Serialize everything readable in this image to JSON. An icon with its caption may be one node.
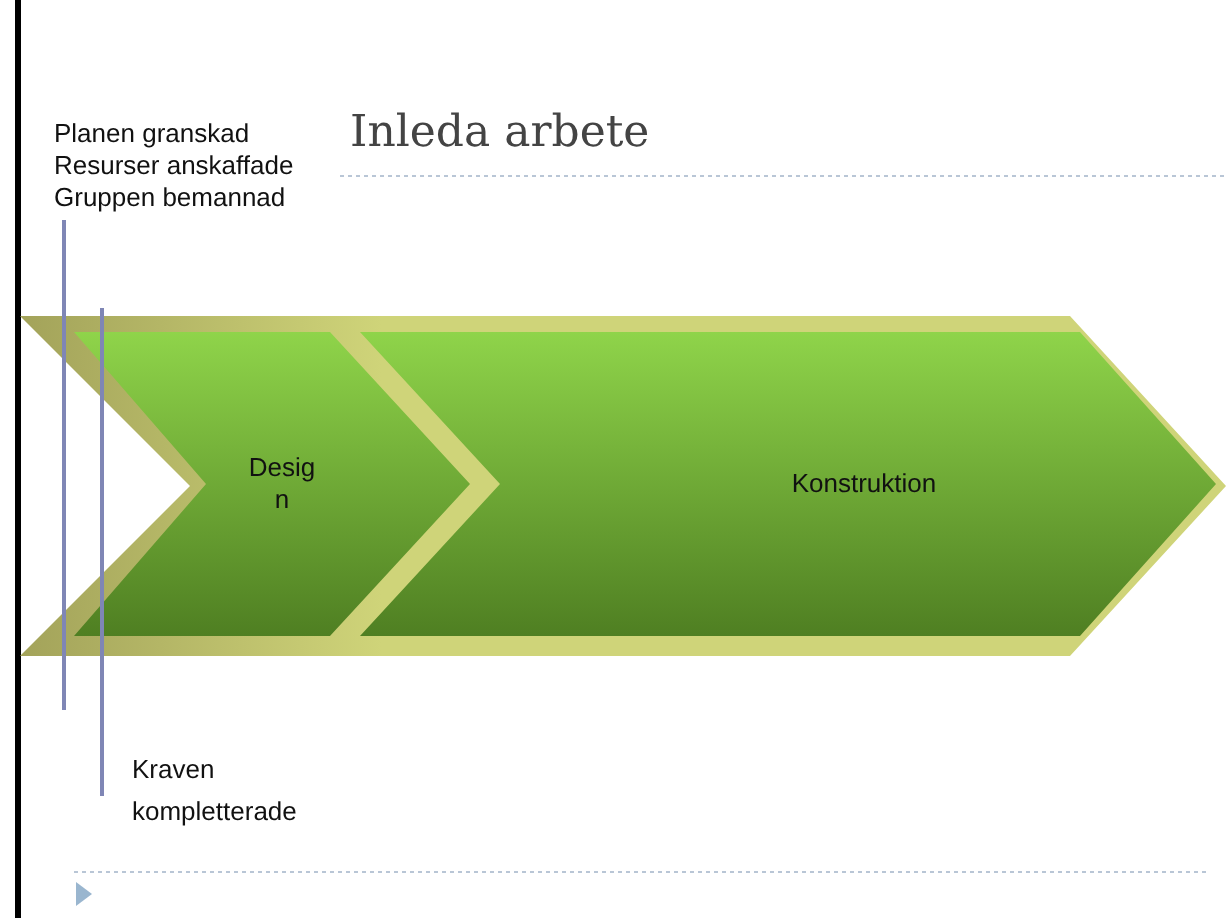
{
  "diagram": {
    "title": "Inleda arbete",
    "nodes": [
      {
        "text": [
          "Design"
        ]
      },
      {
        "text": [
          "Konstruktion"
        ]
      }
    ],
    "edges": [],
    "labels": [
      "Planen granskad",
      "Resurser anskaffade",
      "Gruppen bemannad",
      "Kraven kompletterade"
    ]
  }
}
